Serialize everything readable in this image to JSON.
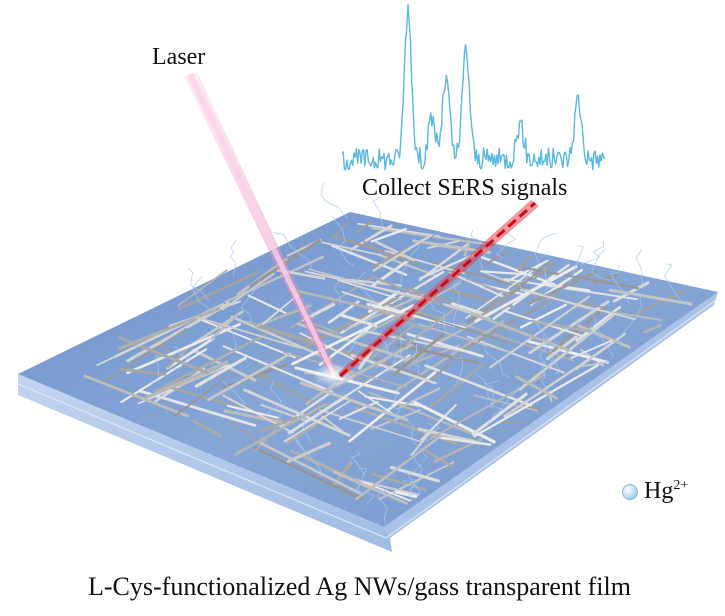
{
  "labels": {
    "laser": "Laser",
    "sers": "Collect SERS signals",
    "caption": "L-Cys-functionalized Ag NWs/gass transparent film"
  },
  "legend": {
    "ion_base": "Hg",
    "ion_charge": "2+"
  },
  "colors": {
    "substrate_top": "#7f9fd0",
    "substrate_side": "#b9cdec",
    "nanowire": "#d8d8d8",
    "laser": "#f3a6cf",
    "scatter": "#d0101a",
    "spectrum": "#5bb8e0"
  }
}
